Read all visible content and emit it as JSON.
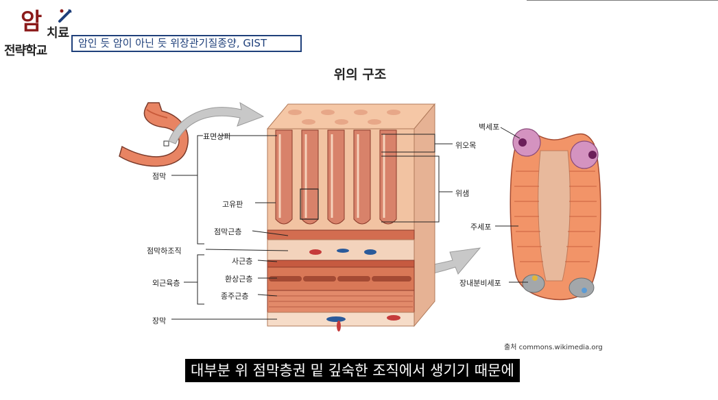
{
  "logo": {
    "big": "암",
    "line1": "치료",
    "line2": "전략학교"
  },
  "subtitle": "암인 듯 암이 아닌 듯 위장관기질종양, GIST",
  "figure": {
    "title": "위의 구조",
    "labels": {
      "surface_epithelium": "표면상피",
      "mucosa": "점막",
      "lamina_propria": "고유판",
      "muscularis_mucosae": "점막근층",
      "submucosa": "점막하조직",
      "oblique_muscle": "사근층",
      "muscularis_externa": "외근육층",
      "circular_muscle": "환상근층",
      "longitudinal_muscle": "종주근층",
      "serosa": "장막",
      "gastric_pit": "위오목",
      "gastric_gland": "위샘",
      "parietal_cell": "벽세포",
      "chief_cell": "주세포",
      "enteroendocrine_cell": "장내분비세포"
    },
    "source": "출처 commons.wikimedia.org"
  },
  "caption": "대부분 위 점막층권 밑 깊숙한 조직에서 생기기 때문에",
  "colors": {
    "brand": "#8b1a1a",
    "subtitle": "#1e3f7a",
    "tissue": "#f3c9a8",
    "muscle": "#c9593d",
    "gland": "#e88a5a"
  }
}
